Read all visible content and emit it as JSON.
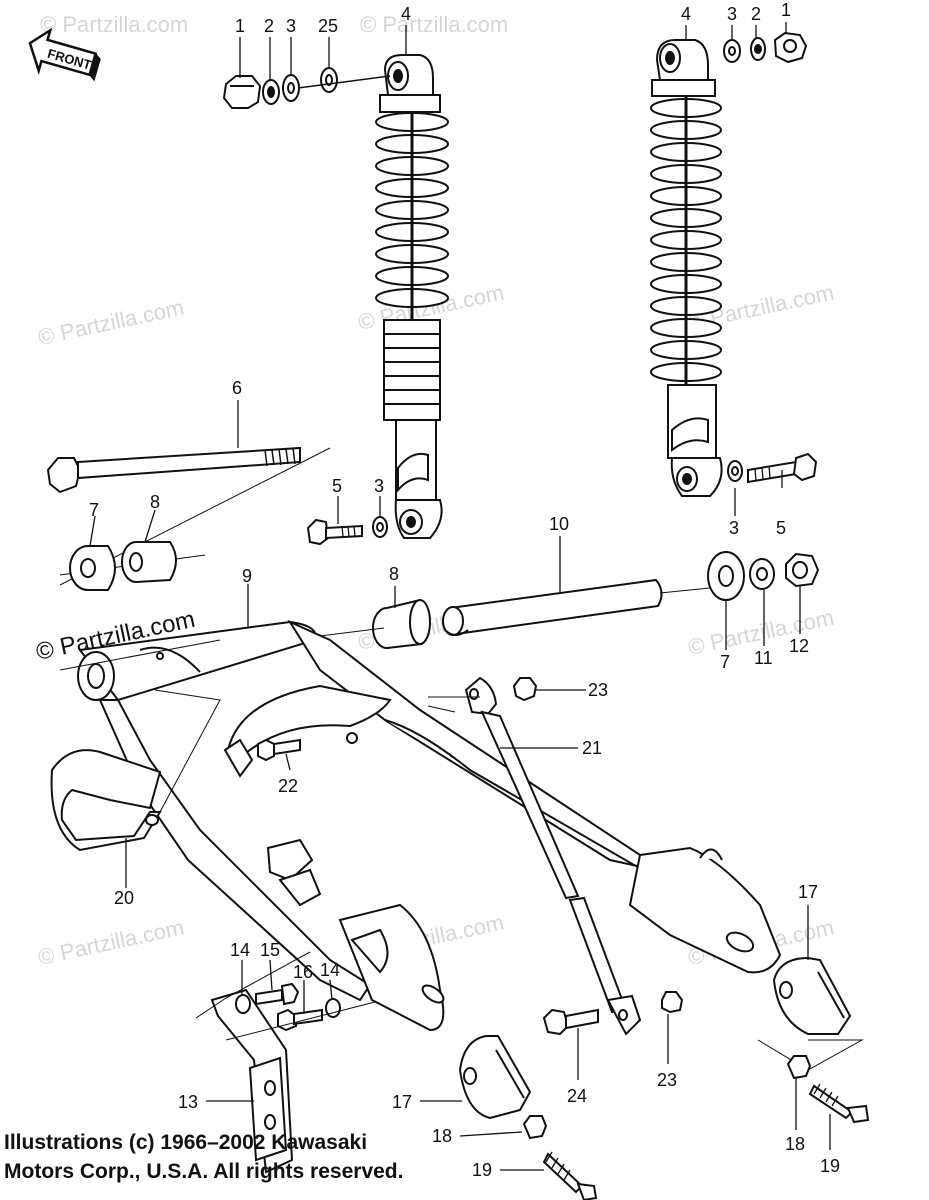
{
  "front_badge": "FRONT",
  "watermark": "© Partzilla.com",
  "copyright": {
    "line1": "Illustrations (c) 1966–2002 Kawasaki",
    "line2": "Motors Corp., U.S.A.  All rights reserved."
  },
  "callouts": {
    "n1": "1",
    "n2": "2",
    "n3": "3",
    "n4": "4",
    "n5": "5",
    "n6": "6",
    "n7": "7",
    "n8": "8",
    "n9": "9",
    "n10": "10",
    "n11": "11",
    "n12": "12",
    "n13": "13",
    "n14": "14",
    "n15": "15",
    "n16": "16",
    "n17": "17",
    "n18": "18",
    "n19": "19",
    "n20": "20",
    "n21": "21",
    "n22": "22",
    "n23": "23",
    "n24": "24",
    "n25": "25"
  }
}
